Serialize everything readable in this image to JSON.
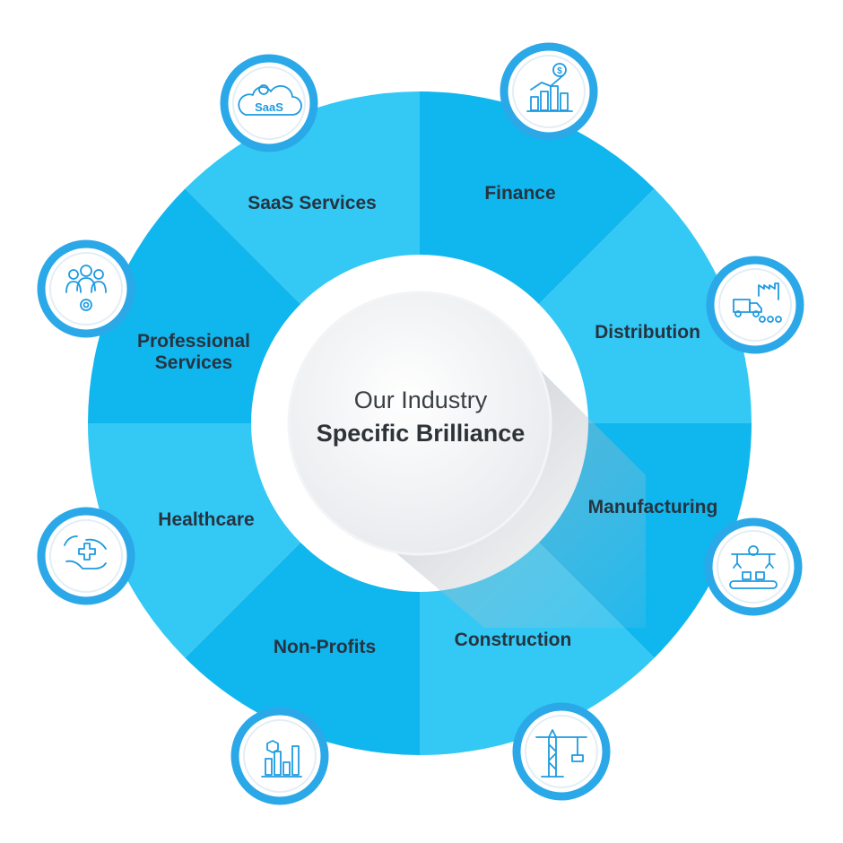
{
  "title": {
    "line1": "Our Industry",
    "line2": "Specific Brilliance"
  },
  "colors": {
    "segment_light": "#34c8f5",
    "segment_dark": "#10b6ee",
    "badge_ring": "#2aa8e8",
    "icon": "#1e9be0",
    "label": "#263440"
  },
  "segments": [
    {
      "label": "Finance",
      "icon": "bar-chart-dollar-icon"
    },
    {
      "label": "Distribution",
      "icon": "truck-factory-icon"
    },
    {
      "label": "Manufacturing",
      "icon": "robot-arm-conveyor-icon"
    },
    {
      "label": "Construction",
      "icon": "tower-crane-icon"
    },
    {
      "label": "Non-Profits",
      "icon": "hexagon-chart-icon"
    },
    {
      "label": "Healthcare",
      "icon": "hands-medical-cross-icon"
    },
    {
      "label_lines": [
        "Professional",
        "Services"
      ],
      "icon": "team-gear-icon"
    },
    {
      "label": "SaaS Services",
      "icon": "saas-cloud-icon"
    }
  ],
  "icon_texts": {
    "saas": "SaaS",
    "dollar": "$"
  }
}
